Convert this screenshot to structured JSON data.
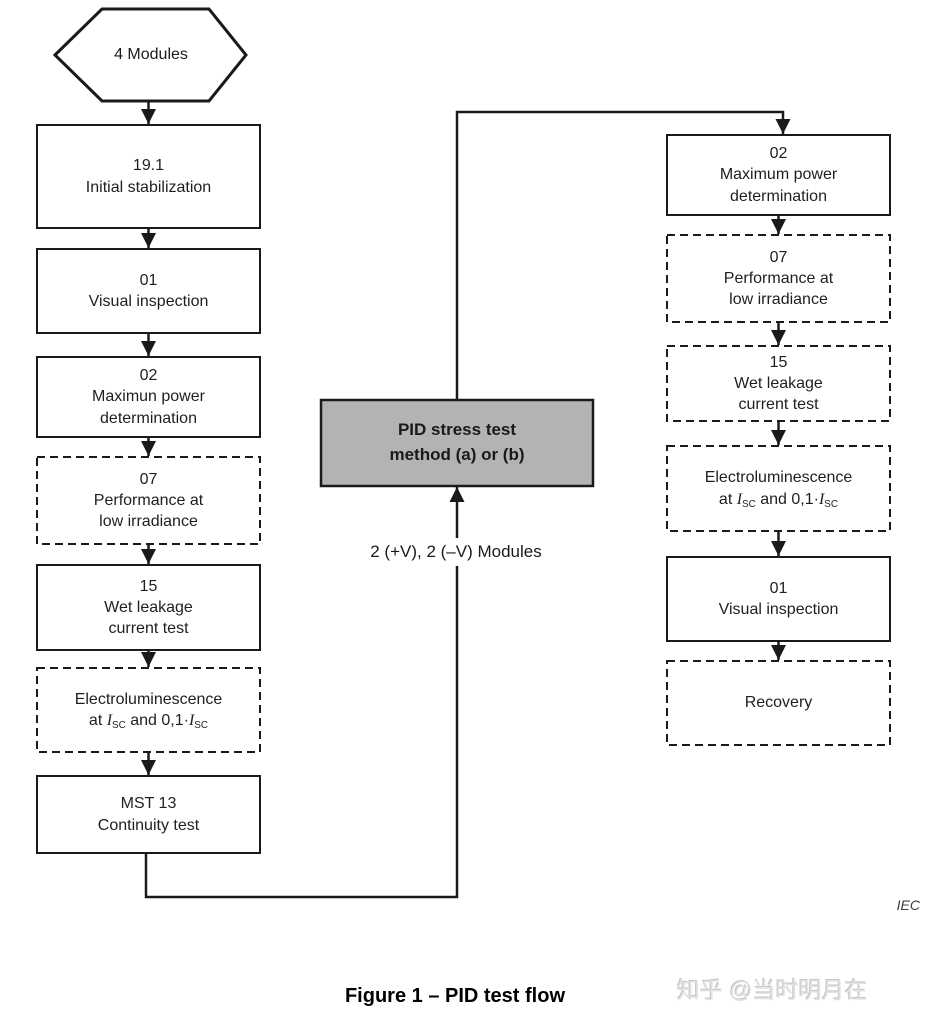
{
  "figure": {
    "caption": "Figure 1 – PID test flow",
    "source": "IEC",
    "watermark": "知乎 @当时明月在"
  },
  "colors": {
    "line": "#1a1a1a",
    "pid_fill": "#b3b3b3",
    "box_fill": "#ffffff",
    "watermark": "#e2e2e2"
  },
  "start": {
    "label": "4 Modules"
  },
  "center": {
    "pid_line1": "PID stress test",
    "pid_line2": "method (a) or (b)",
    "modules_label": "2 (+V), 2 (–V) Modules"
  },
  "formula": {
    "pre": "at ",
    "sym1": "I",
    "sub1": "SC",
    "mid": " and 0,1·",
    "sym2": "I",
    "sub2": "SC"
  },
  "left": {
    "b1": {
      "l1": "19.1",
      "l2": "Initial stabilization"
    },
    "b2": {
      "l1": "01",
      "l2": "Visual inspection"
    },
    "b3": {
      "l1": "02",
      "l2": "Maximun power",
      "l3": "determination"
    },
    "b4": {
      "l1": "07",
      "l2": "Performance at",
      "l3": "low irradiance"
    },
    "b5": {
      "l1": "15",
      "l2": "Wet leakage",
      "l3": "current test"
    },
    "b6": {
      "l1": "Electroluminescence"
    },
    "b7": {
      "l1": "MST 13",
      "l2": "Continuity test"
    }
  },
  "right": {
    "b1": {
      "l1": "02",
      "l2": "Maximum power",
      "l3": "determination"
    },
    "b2": {
      "l1": "07",
      "l2": "Performance at",
      "l3": "low irradiance"
    },
    "b3": {
      "l1": "15",
      "l2": "Wet leakage",
      "l3": "current test"
    },
    "b4": {
      "l1": "Electroluminescence"
    },
    "b5": {
      "l1": "01",
      "l2": "Visual inspection"
    },
    "b6": {
      "l1": "Recovery"
    }
  }
}
